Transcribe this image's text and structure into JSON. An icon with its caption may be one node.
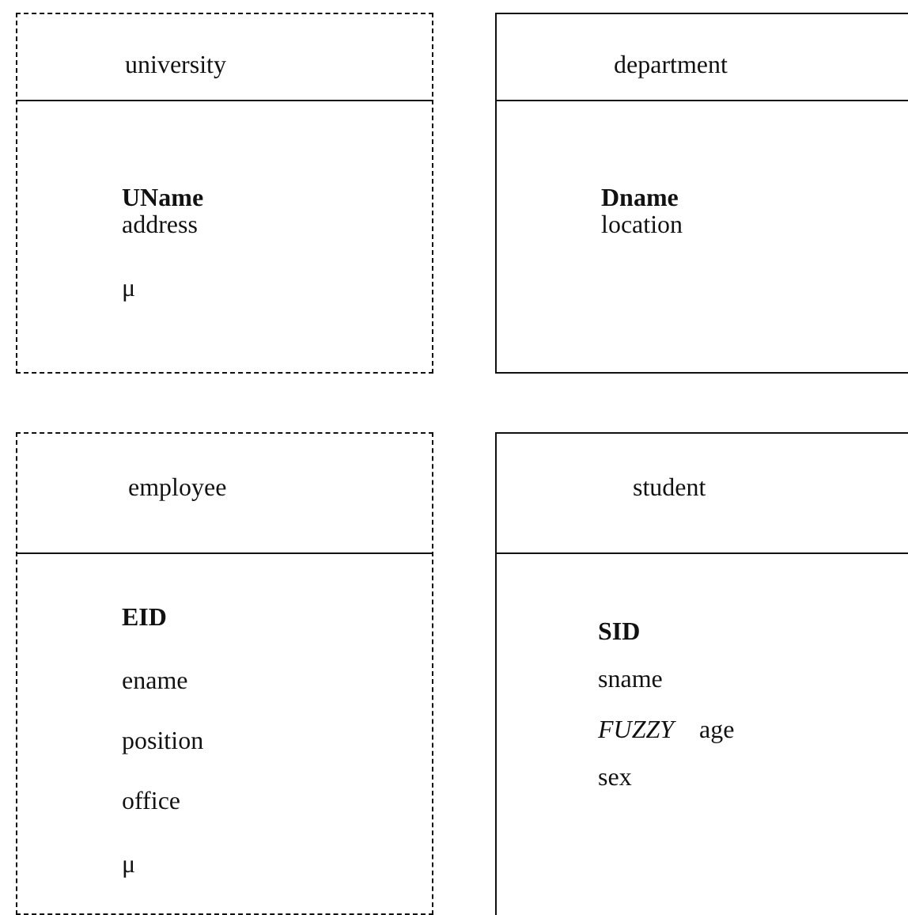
{
  "diagram": {
    "nodes": [
      {
        "text": [
          "university",
          "UName",
          "address",
          "μ"
        ]
      },
      {
        "text": [
          "department",
          "Dname",
          "location"
        ]
      },
      {
        "text": [
          "employee",
          "EID",
          "ename",
          "position",
          "office",
          "μ"
        ]
      },
      {
        "text": [
          "student",
          "SID",
          "sname",
          "*FUZZY*    age",
          "sex"
        ]
      }
    ]
  }
}
